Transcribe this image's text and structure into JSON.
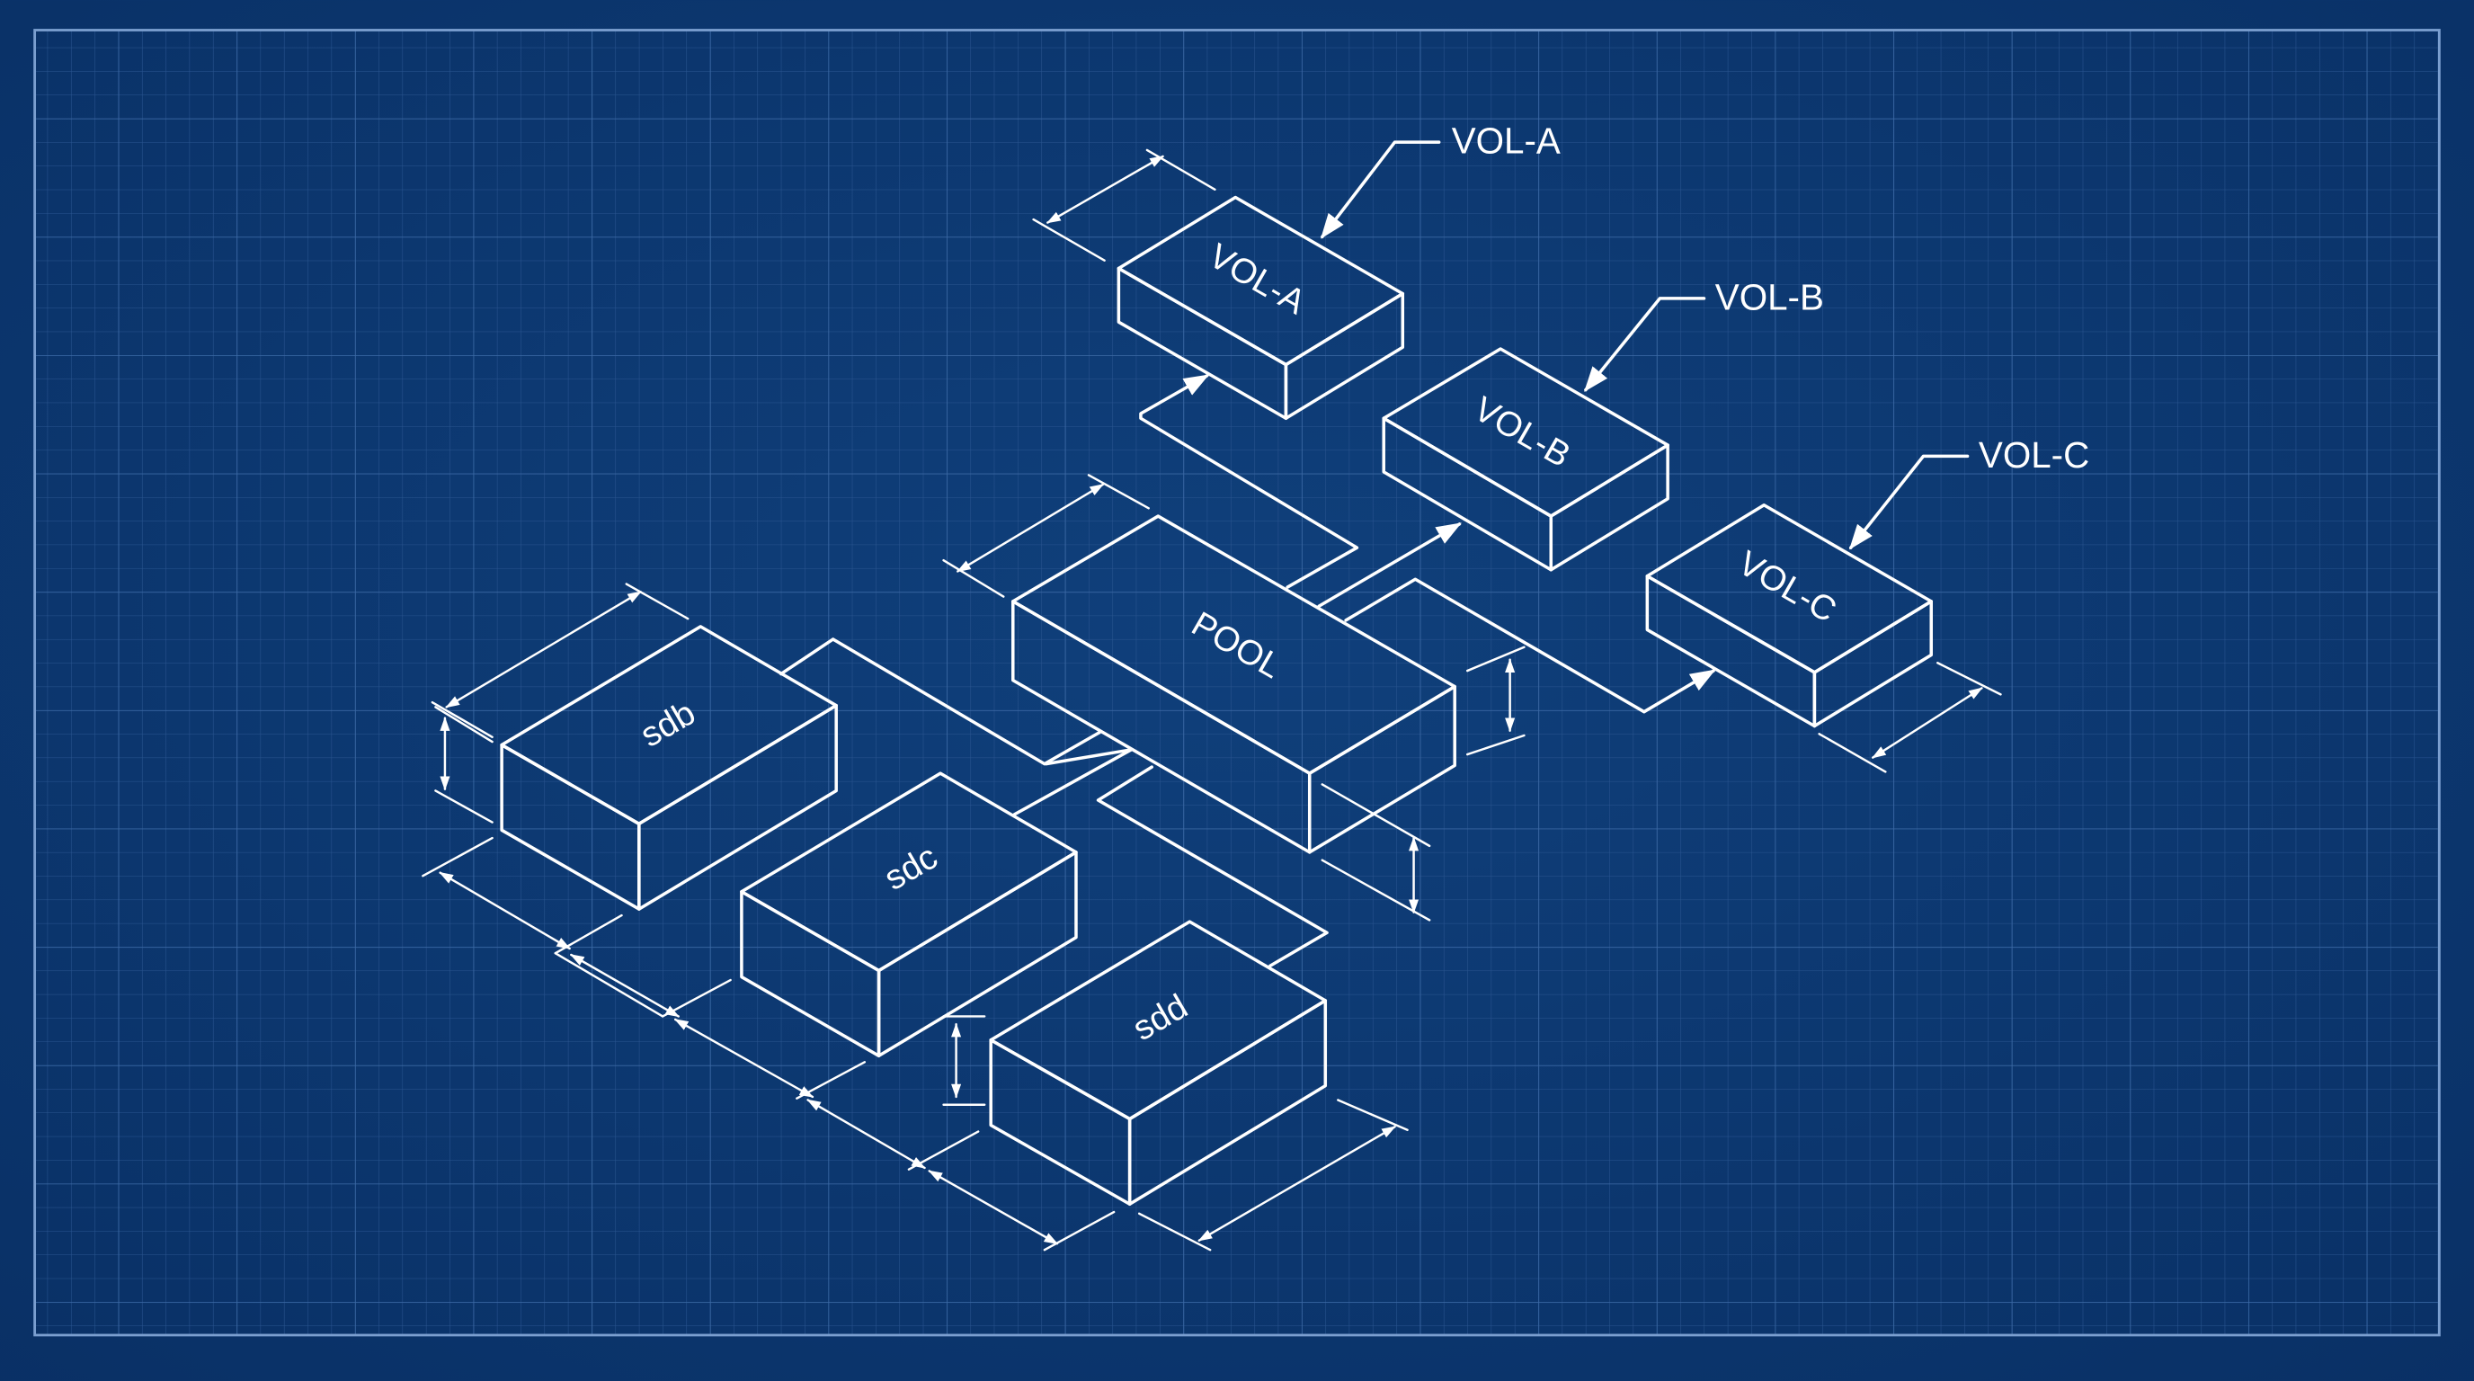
{
  "diagram": {
    "blocks": [
      {
        "id": "vol-a",
        "label": "VOL-A"
      },
      {
        "id": "vol-b",
        "label": "VOL-B"
      },
      {
        "id": "vol-c",
        "label": "VOL-C"
      },
      {
        "id": "pool",
        "label": "POOL"
      },
      {
        "id": "sdb",
        "label": "sdb"
      },
      {
        "id": "sdc",
        "label": "sdc"
      },
      {
        "id": "sdd",
        "label": "sdd"
      }
    ],
    "callouts": [
      {
        "target": "vol-a",
        "label": "VOL-A"
      },
      {
        "target": "vol-b",
        "label": "VOL-B"
      },
      {
        "target": "vol-c",
        "label": "VOL-C"
      }
    ],
    "links": [
      {
        "from": "sdb",
        "to": "pool"
      },
      {
        "from": "sdc",
        "to": "pool"
      },
      {
        "from": "sdd",
        "to": "pool"
      },
      {
        "from": "pool",
        "to": "vol-a"
      },
      {
        "from": "pool",
        "to": "vol-b"
      },
      {
        "from": "pool",
        "to": "vol-c"
      }
    ],
    "colors": {
      "background": "#0b3670",
      "grid_minor": "#2a5590",
      "grid_major": "#3c6aa6",
      "line": "#ffffff"
    }
  }
}
